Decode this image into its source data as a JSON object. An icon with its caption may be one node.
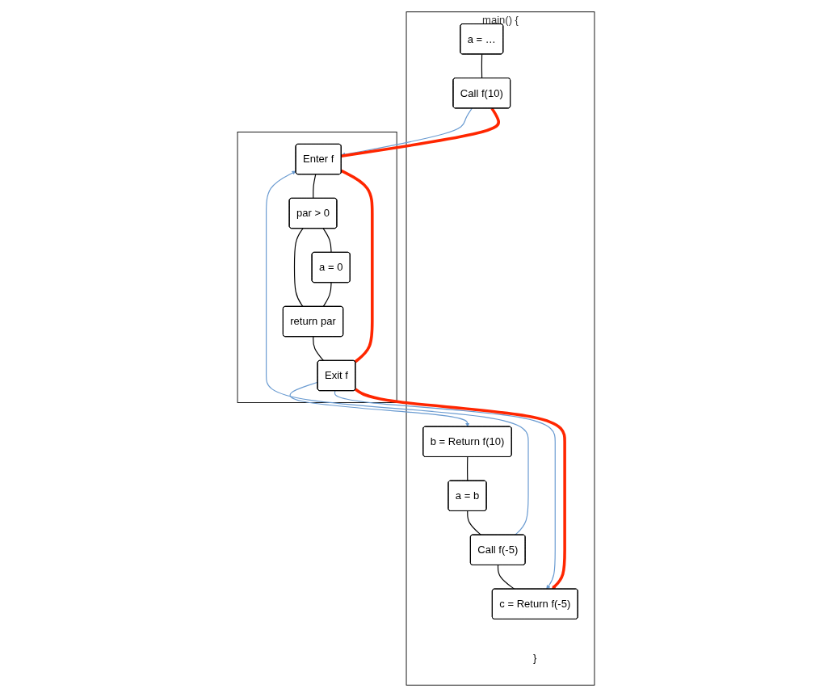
{
  "diagram": {
    "nodes": [
      {
        "text": [
          "main() {",
          "}"
        ]
      },
      {
        "text": [
          "a = …"
        ],
        "in": 0
      },
      {
        "text": [
          "Call f(10)"
        ],
        "in": 0
      },
      {
        "text": [
          "b = Return f(10)"
        ],
        "in": 0
      },
      {
        "text": [
          "a = b"
        ],
        "in": 0
      },
      {
        "text": [
          "Call f(-5)"
        ],
        "in": 0
      },
      {
        "text": [
          "c = Return f(-5)"
        ],
        "in": 0
      },
      {
        "text": [],
        "shape": "box"
      },
      {
        "text": [
          "Enter f"
        ],
        "in": 7
      },
      {
        "text": [
          "par > 0"
        ],
        "in": 7
      },
      {
        "text": [
          "a = 0"
        ],
        "in": 7
      },
      {
        "text": [
          "return par"
        ],
        "in": 7
      },
      {
        "text": [
          "Exit f"
        ],
        "in": 7
      }
    ],
    "edges": [
      {
        "from": 1,
        "to": 2,
        "arrow": "none"
      },
      {
        "from": 3,
        "to": 4,
        "arrow": "none"
      },
      {
        "from": 4,
        "to": 5,
        "arrow": "none"
      },
      {
        "from": 5,
        "to": 6,
        "arrow": "none"
      },
      {
        "from": 8,
        "to": 9,
        "arrow": "none"
      },
      {
        "from": 9,
        "to": 10,
        "arrow": "none"
      },
      {
        "from": 9,
        "to": 11,
        "arrow": "none"
      },
      {
        "from": 10,
        "to": 11,
        "arrow": "none"
      },
      {
        "from": 11,
        "to": 12,
        "arrow": "none"
      },
      {
        "from": 2,
        "to": 8,
        "arrow": "to",
        "color": "#6a9bd1"
      },
      {
        "from": 5,
        "to": 8,
        "arrow": "to",
        "color": "#6a9bd1"
      },
      {
        "from": 12,
        "to": 3,
        "arrow": "to",
        "color": "#6a9bd1"
      },
      {
        "from": 12,
        "to": 6,
        "arrow": "to",
        "color": "#6a9bd1"
      },
      {
        "from": 2,
        "to": 8,
        "arrow": "none",
        "style": "thick",
        "color": "#ff2600"
      },
      {
        "from": 8,
        "to": 12,
        "arrow": "none",
        "style": "thick",
        "color": "#ff2600"
      },
      {
        "from": 12,
        "to": 6,
        "arrow": "to",
        "style": "thick",
        "color": "#ff2600"
      }
    ]
  }
}
